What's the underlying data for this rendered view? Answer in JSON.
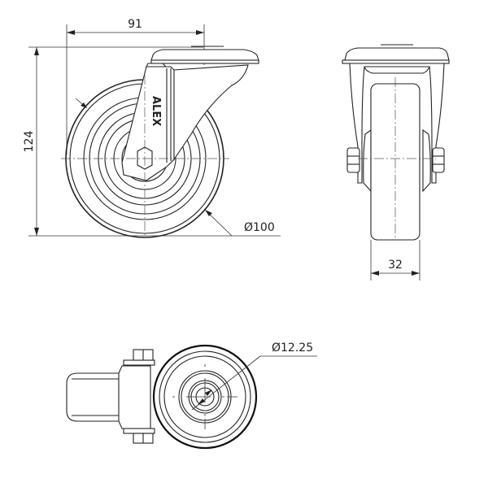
{
  "drawing": {
    "subject": "Swivel caster wheel",
    "brand_label": "ALEX",
    "views": {
      "side": {
        "dimensions": {
          "width_label": "91",
          "height_label": "124",
          "wheel_diameter_label": "Ø100"
        }
      },
      "front": {
        "dimensions": {
          "wheel_width_label": "32"
        }
      },
      "bottom": {
        "dimensions": {
          "bore_diameter_label": "Ø12.25"
        }
      }
    },
    "colors": {
      "line": "#222222",
      "background": "#ffffff"
    }
  }
}
